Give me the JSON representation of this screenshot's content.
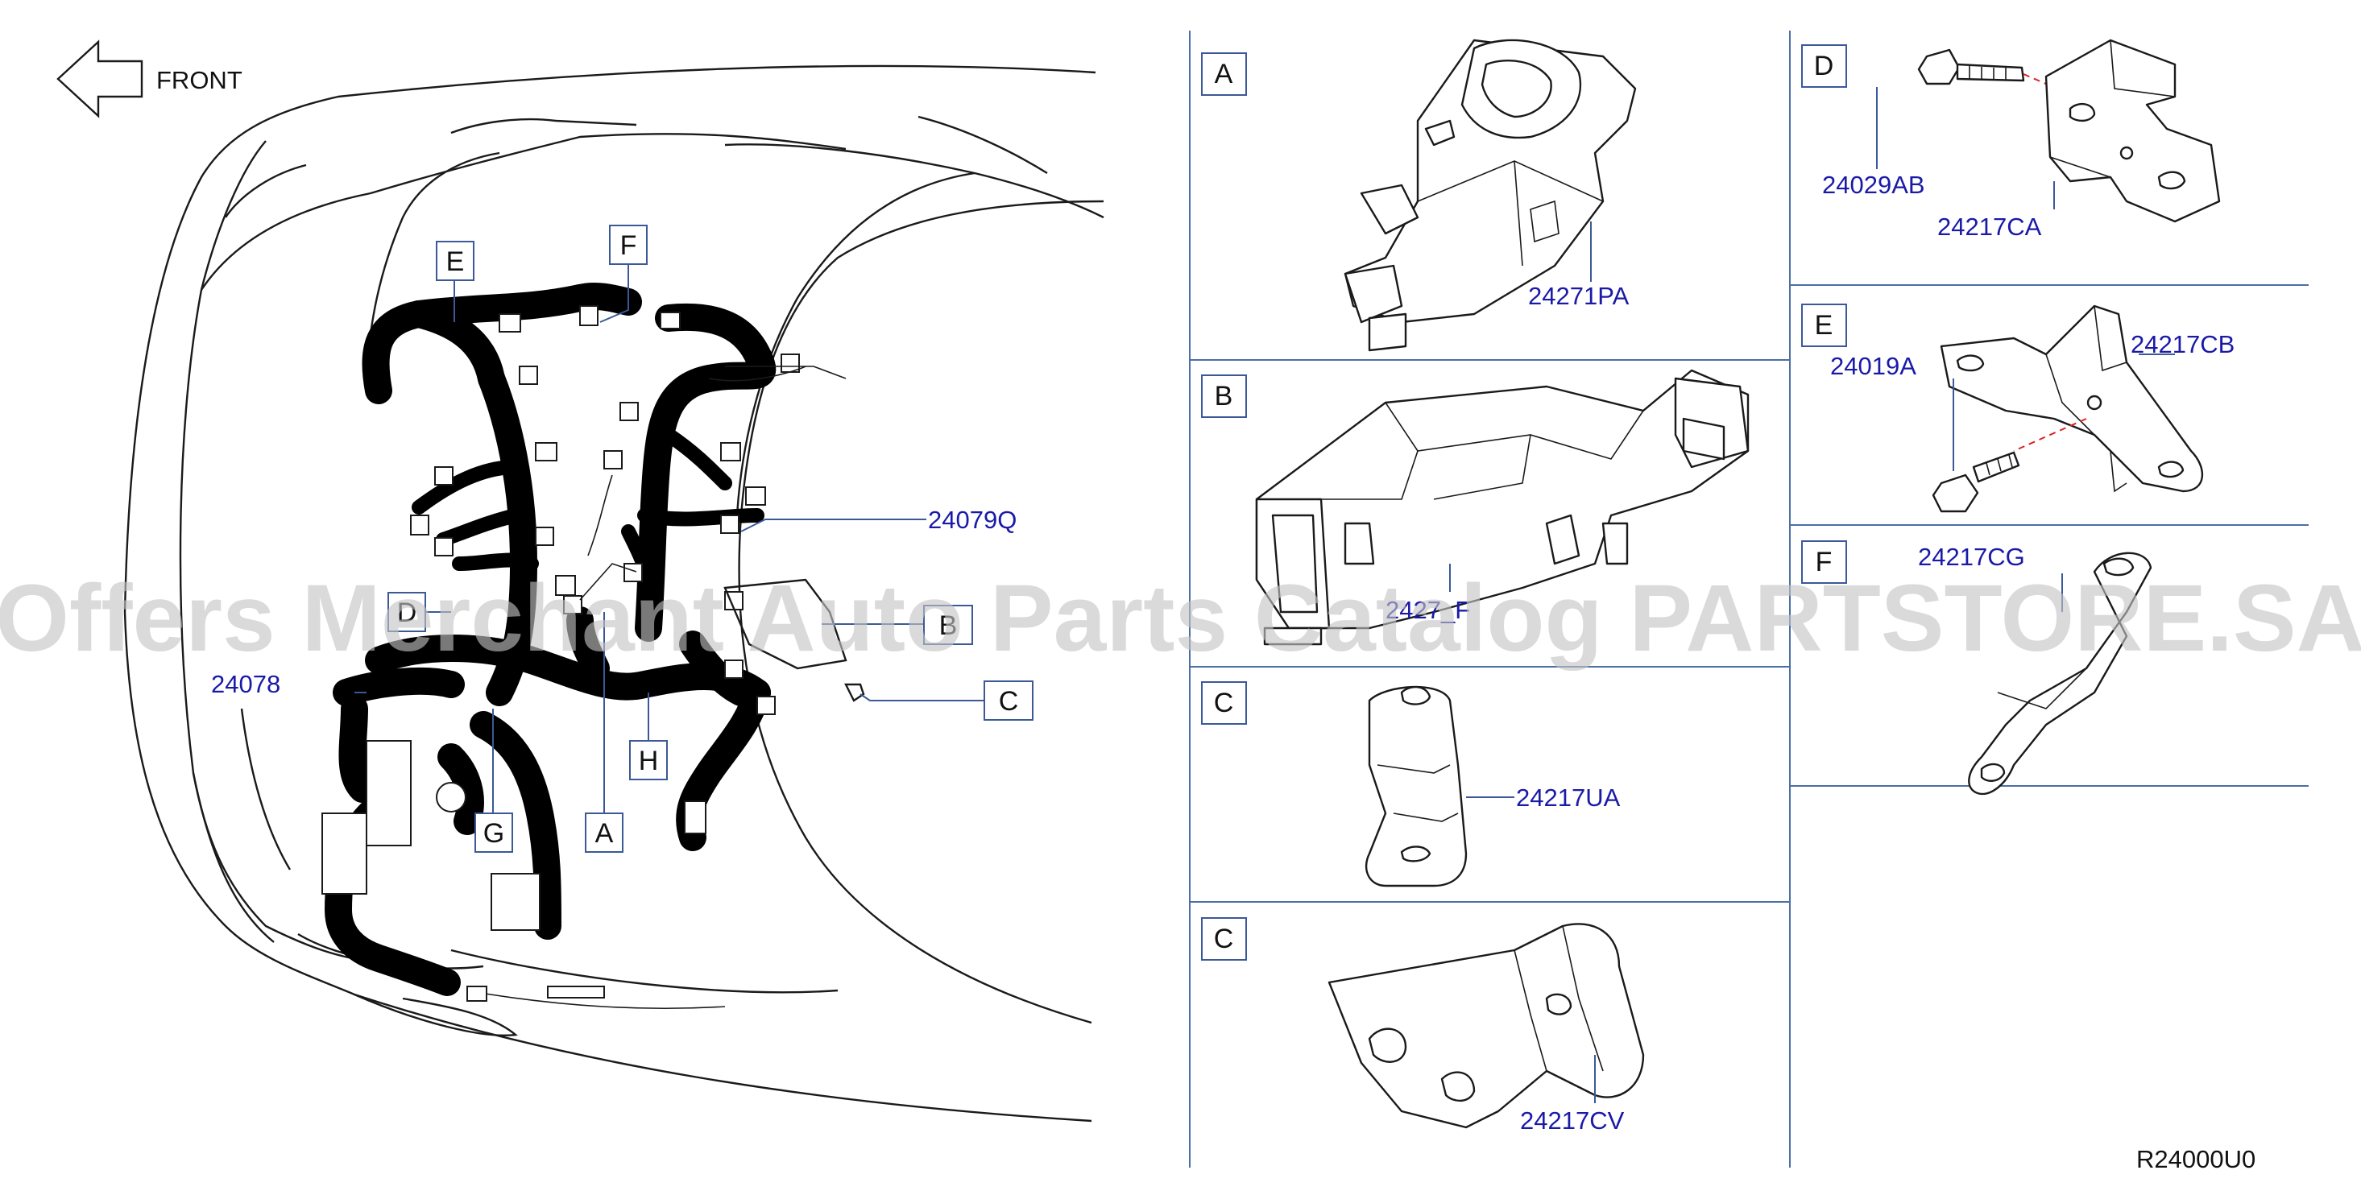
{
  "front": {
    "label": "FRONT"
  },
  "callouts": {
    "a": "A",
    "b": "B",
    "c": "C",
    "d": "D",
    "e": "E",
    "f": "F",
    "g": "G",
    "h": "H"
  },
  "main_parts": {
    "p24078": "24078",
    "p24079Q": "24079Q"
  },
  "panels": {
    "a": {
      "letter": "A",
      "part": "24271PA"
    },
    "b": {
      "letter": "B",
      "part": "2427_F"
    },
    "c1": {
      "letter": "C",
      "part": "24217UA"
    },
    "c2": {
      "letter": "C",
      "part": "24217CV"
    },
    "d": {
      "letter": "D",
      "part_bolt": "24029AB",
      "part_bracket": "24217CA"
    },
    "e": {
      "letter": "E",
      "part_bracket": "24217CB",
      "part_bolt": "24019A"
    },
    "f": {
      "letter": "F",
      "part": "24217CG"
    }
  },
  "diagram_code": "R24000U0",
  "watermark": "Offers Merchant Auto Parts Catalog PARTSTORE.SA",
  "colors": {
    "part_number": "#1a1aa8",
    "grid": "#4a6fa5",
    "callout_box": "#3b5998"
  }
}
